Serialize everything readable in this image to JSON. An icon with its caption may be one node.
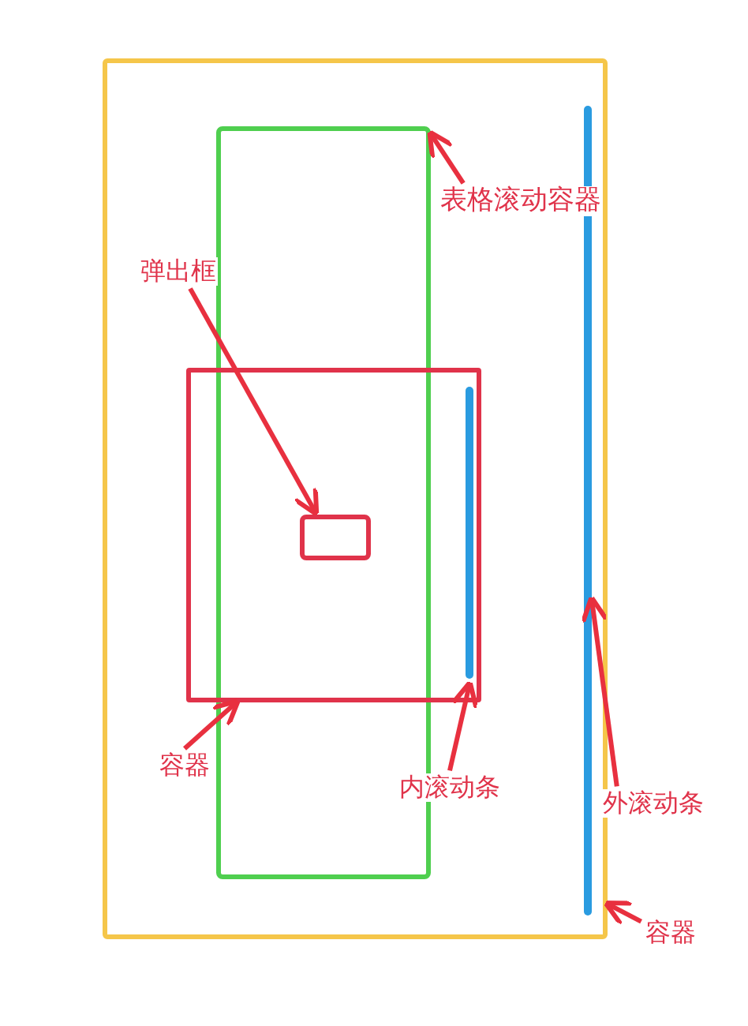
{
  "diagram": {
    "nodes": [
      {
        "text": [],
        "shape": "box"
      },
      {
        "text": [],
        "shape": "box",
        "in": 0
      },
      {
        "text": [],
        "shape": "box",
        "in": 0
      },
      {
        "text": [],
        "shape": "box"
      },
      {
        "text": [],
        "shape": "bar",
        "in": 2
      },
      {
        "text": [],
        "shape": "bar",
        "in": 0
      },
      {
        "text": [
          "表格滚动容器"
        ],
        "in": 0
      },
      {
        "text": [
          "弹出框"
        ],
        "in": 0
      },
      {
        "text": [
          "容器"
        ],
        "in": 0
      },
      {
        "text": [
          "内滚动条"
        ],
        "in": 0
      },
      {
        "text": [
          "外滚动条"
        ]
      },
      {
        "text": [
          "容器"
        ]
      }
    ],
    "edges": [
      {
        "from": 6,
        "to": 1,
        "arrow": "to"
      },
      {
        "from": 7,
        "to": 3,
        "arrow": "to"
      },
      {
        "from": 8,
        "to": 2,
        "arrow": "to"
      },
      {
        "from": 9,
        "to": 4,
        "arrow": "to"
      },
      {
        "from": 10,
        "to": 5,
        "arrow": "to"
      },
      {
        "from": 11,
        "to": 0,
        "arrow": "to"
      }
    ]
  }
}
